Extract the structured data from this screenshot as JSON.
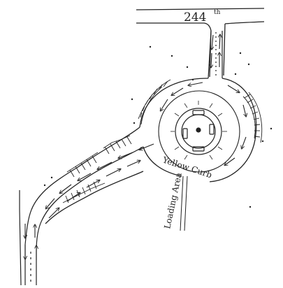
{
  "labels": {
    "street": "244",
    "street_suffix": "th",
    "curb": "Yellow Curb",
    "loading": "Loading Area"
  },
  "colors": {
    "ink": "#222222",
    "paper": "#ffffff"
  }
}
